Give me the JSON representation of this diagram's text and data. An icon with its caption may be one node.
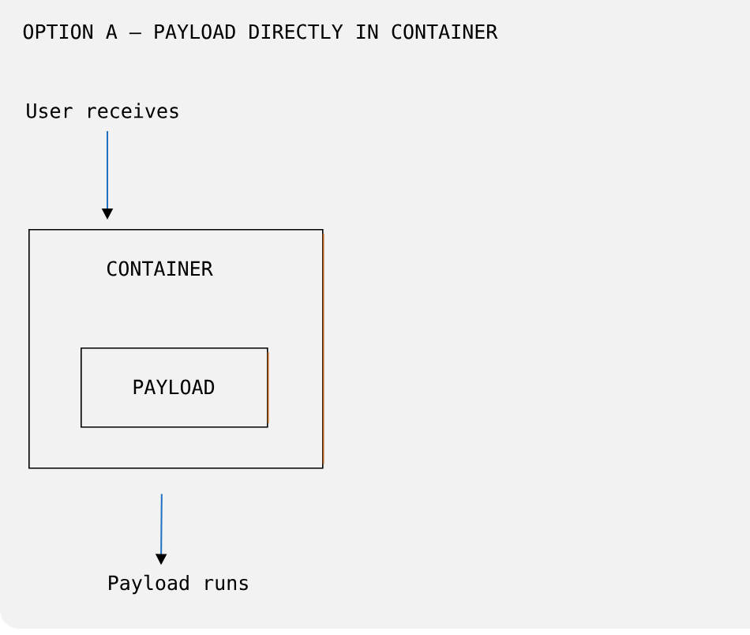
{
  "diagram": {
    "title": "OPTION A — PAYLOAD DIRECTLY IN CONTAINER",
    "nodes": [
      {
        "text": [
          "User receives"
        ]
      },
      {
        "text": [
          "CONTAINER"
        ]
      },
      {
        "text": [
          "PAYLOAD"
        ],
        "in": 1
      },
      {
        "text": [
          "Payload runs"
        ]
      }
    ],
    "edges": [
      {
        "from": 0,
        "to": 1,
        "arrow": "to"
      },
      {
        "from": 1,
        "to": 3,
        "arrow": "to"
      }
    ]
  }
}
